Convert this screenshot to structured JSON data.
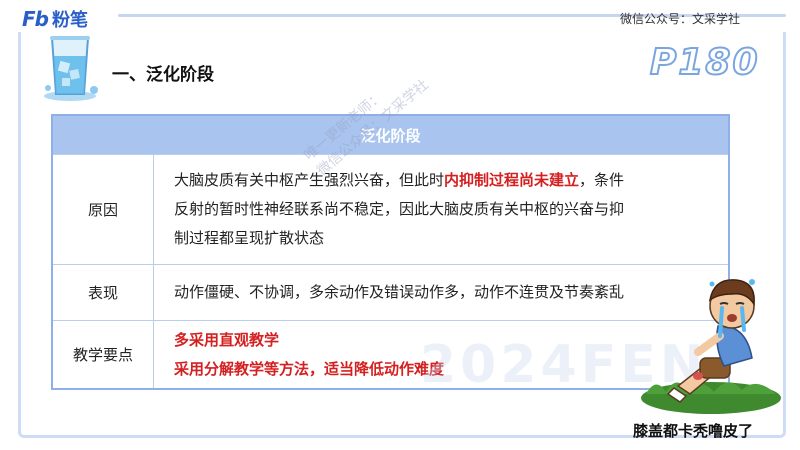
{
  "brand": {
    "mark": "Fb",
    "name": "粉笔",
    "color": "#2a5ec8"
  },
  "wechat_label": "微信公众号：文采学社",
  "section_title": "一、泛化阶段",
  "page_number": "P180",
  "table": {
    "header": "泛化阶段",
    "header_color": "#a9c4ee",
    "rows": [
      {
        "label": "原因",
        "lines": [
          [
            {
              "text": "大脑皮质有关中枢产生强烈兴奋，但此时"
            },
            {
              "text": "内抑制过程尚未建立",
              "highlight": true
            },
            {
              "text": "，条件"
            }
          ],
          [
            {
              "text": "反射的暂时性神经联系尚不稳定，因此大脑皮质有关中枢的兴奋与抑"
            }
          ],
          [
            {
              "text": "制过程都呈现扩散状态"
            }
          ]
        ]
      },
      {
        "label": "表现",
        "lines": [
          [
            {
              "text": "动作僵硬、不协调，多余动作及错误动作多，动作不连贯及节奏紊乱"
            }
          ]
        ]
      },
      {
        "label": "教学要点",
        "lines": [
          [
            {
              "text": "多采用直观教学",
              "highlight": true
            }
          ],
          [
            {
              "text": "采用分解教学等方法，适当降低动作难度",
              "highlight": true
            }
          ]
        ]
      }
    ]
  },
  "highlight_color": "#d42020",
  "watermark": {
    "line1": "唯一更新老师：",
    "line2": "微信公众号：文采学社",
    "year": "2024FEN"
  },
  "caption": "膝盖都卡秃噜皮了",
  "icons": {
    "glass": "water-glass-icon",
    "cartoon": "crying-boy-illustration"
  }
}
